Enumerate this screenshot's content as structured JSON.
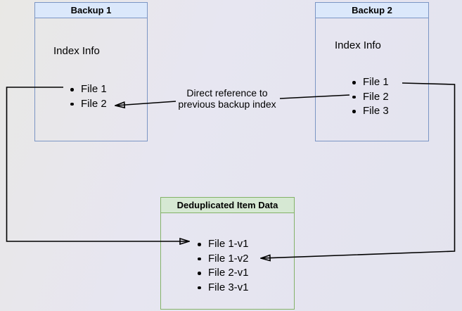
{
  "diagram": {
    "backup1": {
      "title": "Backup 1",
      "subtitle": "Index Info",
      "files": [
        "File 1",
        "File 2"
      ]
    },
    "backup2": {
      "title": "Backup 2",
      "subtitle": "Index Info",
      "files": [
        "File 1",
        "File 2",
        "File 3"
      ]
    },
    "dedup": {
      "title": "Deduplicated Item Data",
      "files": [
        "File 1-v1",
        "File 1-v2",
        "File 2-v1",
        "File 3-v1"
      ]
    },
    "reference_label": {
      "line1": "Direct reference to",
      "line2": "previous backup index"
    },
    "colors": {
      "blue_header_fill": "#dbe8fb",
      "blue_border": "#7b95c4",
      "green_header_fill": "#d6e8d3",
      "green_border": "#83b268",
      "arrow": "#000000",
      "text": "#000000"
    }
  }
}
